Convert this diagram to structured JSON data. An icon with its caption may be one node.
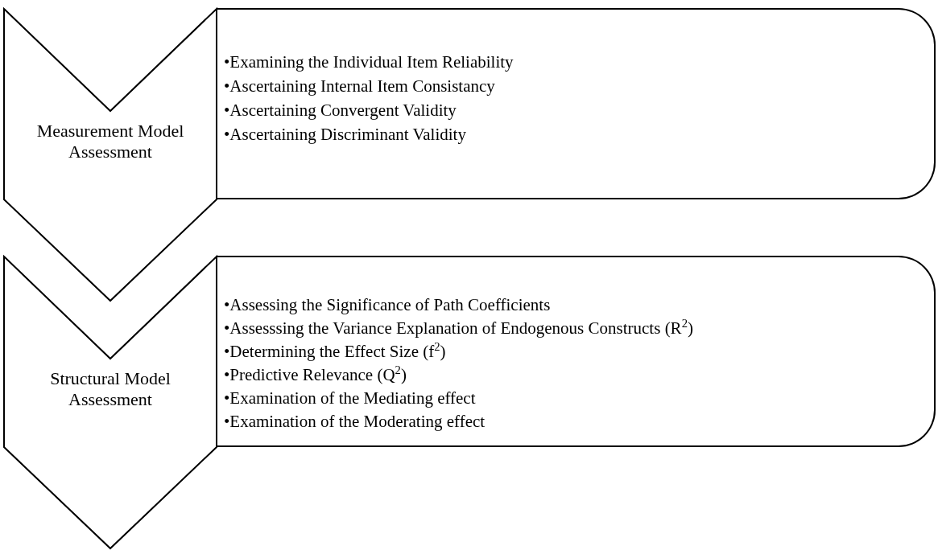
{
  "diagram": {
    "nodes": [
      {
        "text": [
          "Measurement Model Assessment"
        ]
      },
      {
        "text": [
          "•Examining the Individual Item Reliability",
          "•Ascertaining Internal Item Consistancy",
          "•Ascertaining Convergent Validity",
          "•Ascertaining Discriminant Validity"
        ]
      },
      {
        "text": [
          "Structural Model Assessment"
        ]
      },
      {
        "text": [
          "•Assessing the Significance of Path Coefficients",
          "•Assesssing the Variance  Explanation of Endogenous Constructs (R$^{2}$)",
          "•Determining the Effect Size (f$^{2}$)",
          "•Predictive Relevance (Q$^{2}$)",
          "•Examination of the Mediating effect",
          "•Examination of the Moderating effect"
        ]
      }
    ]
  }
}
